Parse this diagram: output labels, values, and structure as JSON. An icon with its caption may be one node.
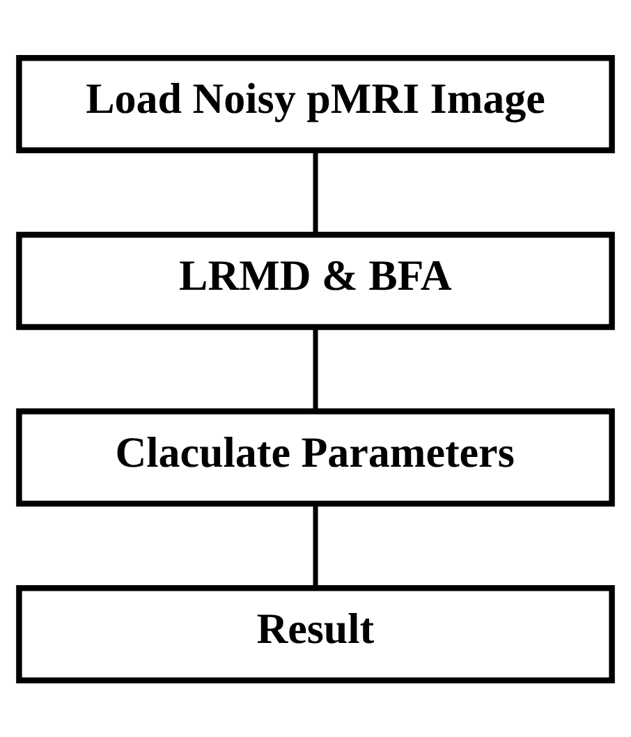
{
  "diagram": {
    "nodes": [
      {
        "text": [
          "Load Noisy pMRI Image"
        ]
      },
      {
        "text": [
          "LRMD & BFA"
        ]
      },
      {
        "text": [
          "Claculate Parameters"
        ]
      },
      {
        "text": [
          "Result"
        ]
      }
    ],
    "edges": [
      {
        "from": 0,
        "to": 1,
        "arrow": "none"
      },
      {
        "from": 1,
        "to": 2,
        "arrow": "none"
      },
      {
        "from": 2,
        "to": 3,
        "arrow": "none"
      }
    ]
  }
}
